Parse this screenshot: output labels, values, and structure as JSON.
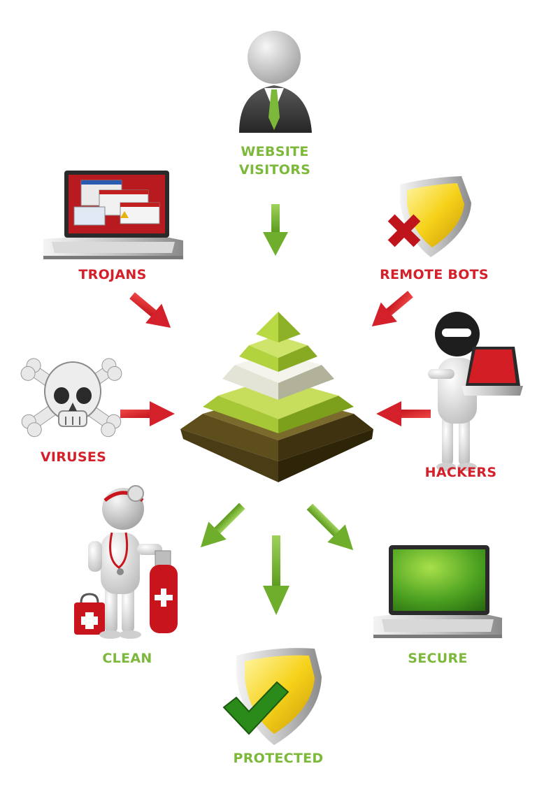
{
  "colors": {
    "good": "#7cb83a",
    "bad": "#d3202a",
    "pyramid_green": "#b0cf3c",
    "pyramid_white": "#dcdcc8",
    "pyramid_brown": "#5a4a1c"
  },
  "center": {
    "icon": "pyramid-icon"
  },
  "nodes": {
    "visitors": {
      "label_line1": "WEBSITE",
      "label_line2": "VISITORS",
      "icon": "person-icon",
      "kind": "input"
    },
    "trojans": {
      "label": "TROJANS",
      "icon": "infected-laptop-icon",
      "kind": "threat"
    },
    "remote_bots": {
      "label": "REMOTE BOTS",
      "icon": "broken-shield-icon",
      "kind": "threat"
    },
    "viruses": {
      "label": "VIRUSES",
      "icon": "skull-icon",
      "kind": "threat"
    },
    "hackers": {
      "label": "HACKERS",
      "icon": "hacker-icon",
      "kind": "threat"
    },
    "clean": {
      "label": "CLEAN",
      "icon": "doctor-icon",
      "kind": "outcome"
    },
    "protected": {
      "label": "PROTECTED",
      "icon": "check-shield-icon",
      "kind": "outcome"
    },
    "secure": {
      "label": "SECURE",
      "icon": "clean-laptop-icon",
      "kind": "outcome"
    }
  }
}
